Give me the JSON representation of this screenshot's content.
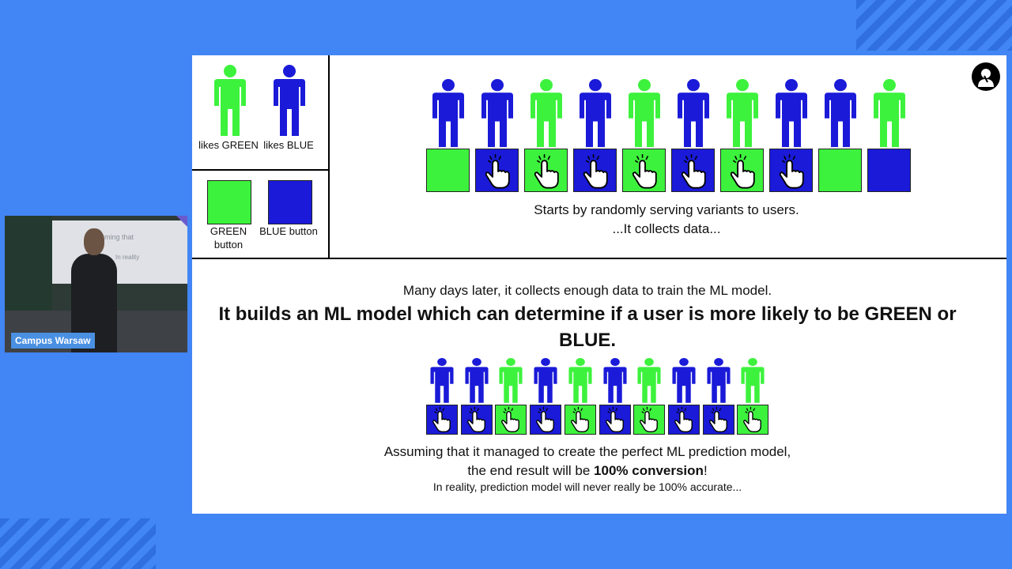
{
  "webcam": {
    "label": "Campus Warsaw",
    "screen_text": "Assuming that",
    "screen_text2": "In reality"
  },
  "colors": {
    "green": "#3df23d",
    "blue": "#1a1ad8",
    "background": "#4285f4"
  },
  "legend": {
    "green_person": "likes GREEN",
    "blue_person": "likes BLUE",
    "green_button": "GREEN button",
    "blue_button": "BLUE button"
  },
  "top_row": {
    "people": [
      "blue",
      "blue",
      "green",
      "blue",
      "green",
      "blue",
      "green",
      "blue",
      "blue",
      "green"
    ],
    "buttons": [
      "green",
      "blue",
      "green",
      "blue",
      "green",
      "blue",
      "green",
      "blue",
      "green",
      "blue"
    ],
    "clicked": [
      false,
      true,
      true,
      true,
      true,
      true,
      true,
      true,
      false,
      false
    ],
    "caption_line1": "Starts by randomly serving variants to users.",
    "caption_line2": "...It collects data..."
  },
  "bottom": {
    "intro": "Many days later, it collects enough data to train the ML model.",
    "headline": "It builds an ML model which can determine if a user is more likely to be GREEN or BLUE.",
    "people": [
      "blue",
      "blue",
      "green",
      "blue",
      "green",
      "blue",
      "green",
      "blue",
      "blue",
      "green"
    ],
    "buttons": [
      "blue",
      "blue",
      "green",
      "blue",
      "green",
      "blue",
      "green",
      "blue",
      "blue",
      "green"
    ],
    "clicked": [
      true,
      true,
      true,
      true,
      true,
      true,
      true,
      true,
      true,
      true
    ],
    "conclusion_line1": "Assuming that it managed to create the perfect ML prediction model,",
    "conclusion_line2_pre": "the end result will be ",
    "conclusion_line2_bold": "100% conversion",
    "conclusion_line2_post": "!",
    "footnote": "In reality, prediction model will never really be 100% accurate..."
  }
}
